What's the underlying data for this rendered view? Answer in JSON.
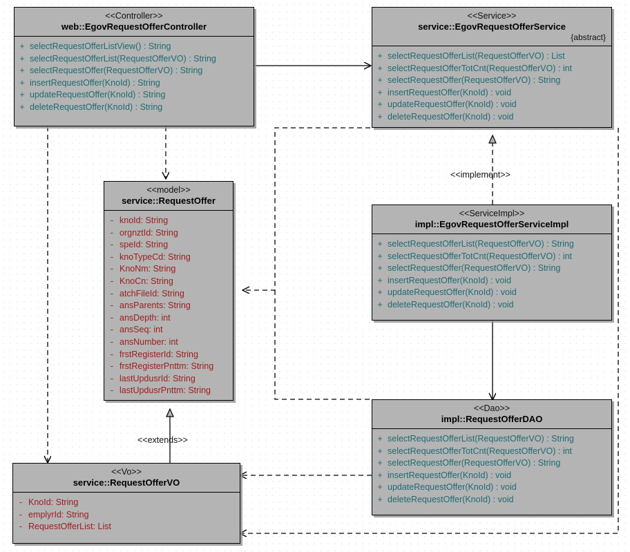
{
  "diagram": {
    "title": "UML Class Diagram",
    "colors": {
      "canvas_background": "#ffffff",
      "grid_dot": "#c8c8c8",
      "class_fill": "#b4b4b4",
      "class_border": "#000000",
      "operation_text": "#1f6a72",
      "attribute_text": "#9e1b1b"
    }
  },
  "classes": {
    "controller": {
      "stereotype": "<<Controller>>",
      "name": "web::EgovRequestOfferController",
      "members": [
        {
          "visibility": "+",
          "text": "selectRequestOfferListView() : String",
          "kind": "op"
        },
        {
          "visibility": "+",
          "text": "selectRequestOfferList(RequestOfferVO) : String",
          "kind": "op"
        },
        {
          "visibility": "+",
          "text": "selectRequestOffer(RequestOfferVO) : String",
          "kind": "op"
        },
        {
          "visibility": "+",
          "text": "insertRequestOffer(KnoId) : String",
          "kind": "op"
        },
        {
          "visibility": "+",
          "text": "updateRequestOffer(KnoId) : String",
          "kind": "op"
        },
        {
          "visibility": "+",
          "text": "deleteRequestOffer(KnoId) : String",
          "kind": "op"
        }
      ]
    },
    "service": {
      "stereotype": "<<Service>>",
      "name": "service::EgovRequestOfferService",
      "abstract_tag": "{abstract}",
      "members": [
        {
          "visibility": "+",
          "text": "selectRequestOfferList(RequestOfferVO) : List",
          "kind": "op"
        },
        {
          "visibility": "+",
          "text": "selectRequestOfferTotCnt(RequestOfferVO) : int",
          "kind": "op"
        },
        {
          "visibility": "+",
          "text": "selectRequestOffer(RequestOfferVO) : String",
          "kind": "op"
        },
        {
          "visibility": "+",
          "text": "insertRequestOffer(KnoId) : void",
          "kind": "op"
        },
        {
          "visibility": "+",
          "text": "updateRequestOffer(KnoId) : void",
          "kind": "op"
        },
        {
          "visibility": "+",
          "text": "deleteRequestOffer(KnoId) : void",
          "kind": "op"
        }
      ]
    },
    "model": {
      "stereotype": "<<model>>",
      "name": "service::RequestOffer",
      "members": [
        {
          "visibility": "-",
          "text": "knoId:  String",
          "kind": "attr"
        },
        {
          "visibility": "-",
          "text": "orgnztId:  String",
          "kind": "attr"
        },
        {
          "visibility": "-",
          "text": "speId:  String",
          "kind": "attr"
        },
        {
          "visibility": "-",
          "text": "knoTypeCd:  String",
          "kind": "attr"
        },
        {
          "visibility": "-",
          "text": "KnoNm:  String",
          "kind": "attr"
        },
        {
          "visibility": "-",
          "text": "KnoCn:  String",
          "kind": "attr"
        },
        {
          "visibility": "-",
          "text": "atchFileId:  String",
          "kind": "attr"
        },
        {
          "visibility": "-",
          "text": "ansParents:  String",
          "kind": "attr"
        },
        {
          "visibility": "-",
          "text": "ansDepth:  int",
          "kind": "attr"
        },
        {
          "visibility": "-",
          "text": "ansSeq:  int",
          "kind": "attr"
        },
        {
          "visibility": "-",
          "text": "ansNumber:  int",
          "kind": "attr"
        },
        {
          "visibility": "-",
          "text": "frstRegisterId:  String",
          "kind": "attr"
        },
        {
          "visibility": "-",
          "text": "frstRegisterPnttm:  String",
          "kind": "attr"
        },
        {
          "visibility": "-",
          "text": "lastUpdusrId:  String",
          "kind": "attr"
        },
        {
          "visibility": "-",
          "text": "lastUpdusrPnttm:  String",
          "kind": "attr"
        }
      ]
    },
    "serviceimpl": {
      "stereotype": "<<ServiceImpl>>",
      "name": "impl::EgovRequestOfferServiceImpl",
      "members": [
        {
          "visibility": "+",
          "text": "selectRequestOfferList(RequestOfferVO) : String",
          "kind": "op"
        },
        {
          "visibility": "+",
          "text": "selectRequestOfferTotCnt(RequestOfferVO) : int",
          "kind": "op"
        },
        {
          "visibility": "+",
          "text": "selectRequestOffer(RequestOfferVO) : String",
          "kind": "op"
        },
        {
          "visibility": "+",
          "text": "insertRequestOffer(KnoId) : void",
          "kind": "op"
        },
        {
          "visibility": "+",
          "text": "updateRequestOffer(KnoId) : void",
          "kind": "op"
        },
        {
          "visibility": "+",
          "text": "deleteRequestOffer(KnoId) : void",
          "kind": "op"
        }
      ]
    },
    "dao": {
      "stereotype": "<<Dao>>",
      "name": "impl::RequestOfferDAO",
      "members": [
        {
          "visibility": "+",
          "text": "selectRequestOfferList(RequestOfferVO) : String",
          "kind": "op"
        },
        {
          "visibility": "+",
          "text": "selectRequestOfferTotCnt(RequestOfferVO) : int",
          "kind": "op"
        },
        {
          "visibility": "+",
          "text": "selectRequestOffer(RequestOfferVO) : String",
          "kind": "op"
        },
        {
          "visibility": "+",
          "text": "insertRequestOffer(KnoId) : void",
          "kind": "op"
        },
        {
          "visibility": "+",
          "text": "updateRequestOffer(KnoId) : void",
          "kind": "op"
        },
        {
          "visibility": "+",
          "text": "deleteRequestOffer(KnoId) : void",
          "kind": "op"
        }
      ]
    },
    "vo": {
      "stereotype": "<<Vo>>",
      "name": "service::RequestOfferVO",
      "members": [
        {
          "visibility": "-",
          "text": "KnoId:  String",
          "kind": "attr"
        },
        {
          "visibility": "-",
          "text": "emplyrId:  String",
          "kind": "attr"
        },
        {
          "visibility": "-",
          "text": "RequestOfferList:  List",
          "kind": "attr"
        }
      ]
    }
  },
  "relationships": {
    "implement_label": "<<implement>>",
    "extends_label": "<<extends>>"
  }
}
